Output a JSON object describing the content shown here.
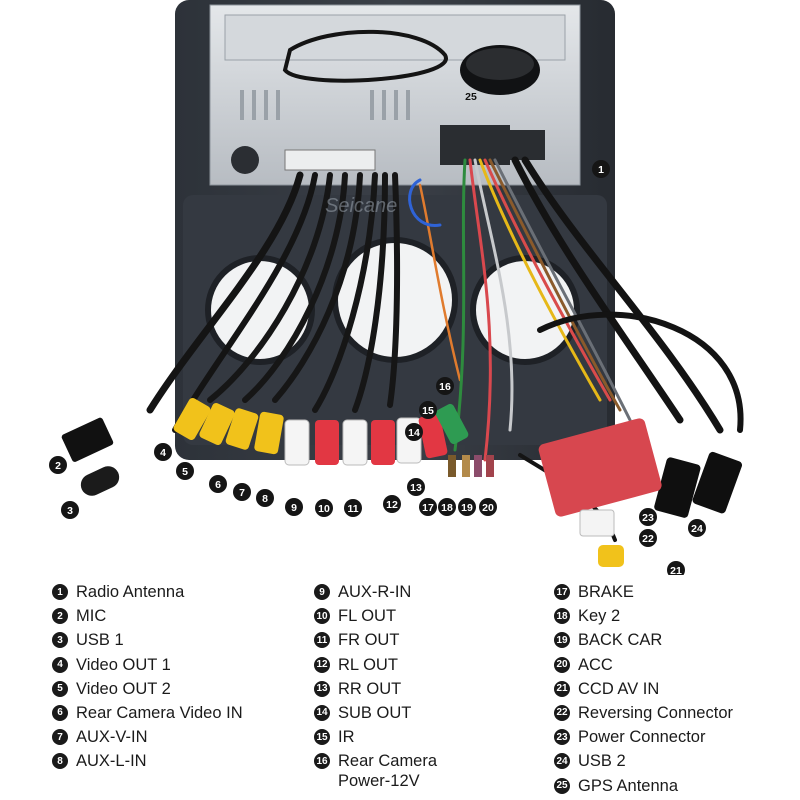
{
  "watermark": "Seicane",
  "callouts": [
    "1",
    "2",
    "3",
    "4",
    "5",
    "6",
    "7",
    "8",
    "9",
    "10",
    "11",
    "12",
    "13",
    "14",
    "15",
    "16",
    "17",
    "18",
    "19",
    "20",
    "21",
    "22",
    "23",
    "24",
    "25"
  ],
  "legend": {
    "col1": [
      {
        "num": "1",
        "label": "Radio Antenna"
      },
      {
        "num": "2",
        "label": "MIC"
      },
      {
        "num": "3",
        "label": "USB 1"
      },
      {
        "num": "4",
        "label": "Video OUT 1"
      },
      {
        "num": "5",
        "label": "Video OUT 2"
      },
      {
        "num": "6",
        "label": "Rear Camera Video IN"
      },
      {
        "num": "7",
        "label": "AUX-V-IN"
      },
      {
        "num": "8",
        "label": "AUX-L-IN"
      }
    ],
    "col2": [
      {
        "num": "9",
        "label": "AUX-R-IN"
      },
      {
        "num": "10",
        "label": "FL OUT"
      },
      {
        "num": "11",
        "label": "FR OUT"
      },
      {
        "num": "12",
        "label": "RL OUT"
      },
      {
        "num": "13",
        "label": "RR OUT"
      },
      {
        "num": "14",
        "label": "SUB OUT"
      },
      {
        "num": "15",
        "label": "IR"
      },
      {
        "num": "16",
        "label": "Rear Camera\nPower-12V"
      }
    ],
    "col3": [
      {
        "num": "17",
        "label": "BRAKE"
      },
      {
        "num": "18",
        "label": "Key 2"
      },
      {
        "num": "19",
        "label": "BACK CAR"
      },
      {
        "num": "20",
        "label": "ACC"
      },
      {
        "num": "21",
        "label": "CCD AV IN"
      },
      {
        "num": "22",
        "label": "Reversing Connector"
      },
      {
        "num": "23",
        "label": "Power Connector"
      },
      {
        "num": "24",
        "label": "USB 2"
      },
      {
        "num": "25",
        "label": "GPS Antenna"
      }
    ]
  }
}
